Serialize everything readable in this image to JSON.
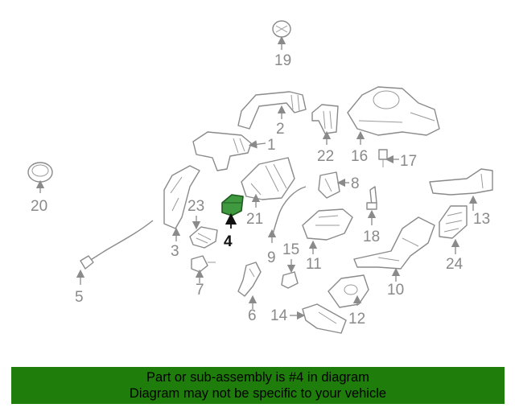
{
  "diagram": {
    "highlighted_part": "4",
    "labels": {
      "p1": "1",
      "p2": "2",
      "p3": "3",
      "p4": "4",
      "p5": "5",
      "p6": "6",
      "p7": "7",
      "p8": "8",
      "p9": "9",
      "p10": "10",
      "p11": "11",
      "p12": "12",
      "p13": "13",
      "p14": "14",
      "p15": "15",
      "p16": "16",
      "p17": "17",
      "p18": "18",
      "p19": "19",
      "p20": "20",
      "p21": "21",
      "p22": "22",
      "p23": "23",
      "p24": "24"
    },
    "colors": {
      "highlight": "#3f9a3f",
      "parts": "#8a8a8a",
      "banner": "#1f7d0b"
    }
  },
  "footer": {
    "line1": "Part or sub-assembly is #4 in diagram",
    "line2": "Diagram may not be specific to your vehicle"
  }
}
